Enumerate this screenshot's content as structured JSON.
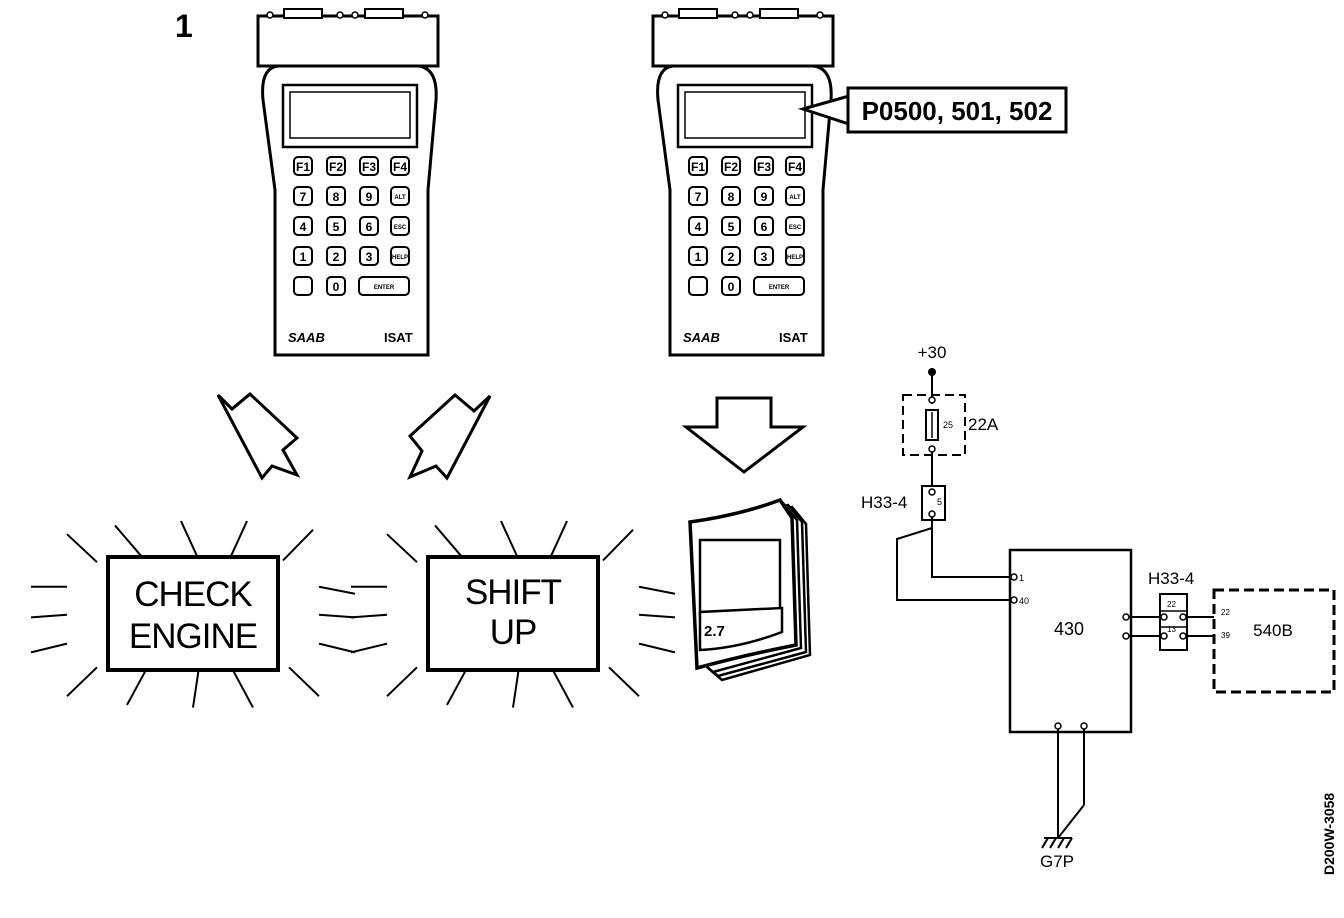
{
  "figure_number": "1",
  "tester_left": {
    "brand": "SAAB",
    "model": "ISAT",
    "keys": [
      "F1",
      "F2",
      "F3",
      "F4",
      "7",
      "8",
      "9",
      "ALT",
      "4",
      "5",
      "6",
      "ESC",
      "1",
      "2",
      "3",
      "HELP",
      "",
      "0",
      "ENTER"
    ]
  },
  "tester_right": {
    "brand": "SAAB",
    "model": "ISAT",
    "keys": [
      "F1",
      "F2",
      "F3",
      "F4",
      "7",
      "8",
      "9",
      "ALT",
      "4",
      "5",
      "6",
      "ESC",
      "1",
      "2",
      "3",
      "HELP",
      "",
      "0",
      "ENTER"
    ]
  },
  "fault_codes": "P0500, 501, 502",
  "lamps": {
    "check_engine": {
      "line1": "CHECK",
      "line2": "ENGINE"
    },
    "shift_up": {
      "line1": "SHIFT",
      "line2": "UP"
    }
  },
  "manual_label": "2.7",
  "circuit": {
    "supply": "+30",
    "fuse_box": "22A",
    "fuse_rating": "25",
    "connector_top": "H33-4",
    "connector_top_pin": "5",
    "ecu": "430",
    "ecu_pin_1": "1",
    "ecu_pin_2": "40",
    "connector_right": "H33-4",
    "connector_right_pins": [
      "22",
      "13"
    ],
    "module": "540B",
    "module_pins": [
      "22",
      "39"
    ],
    "ground": "G7P"
  },
  "drawing_code": "D200W-3058"
}
